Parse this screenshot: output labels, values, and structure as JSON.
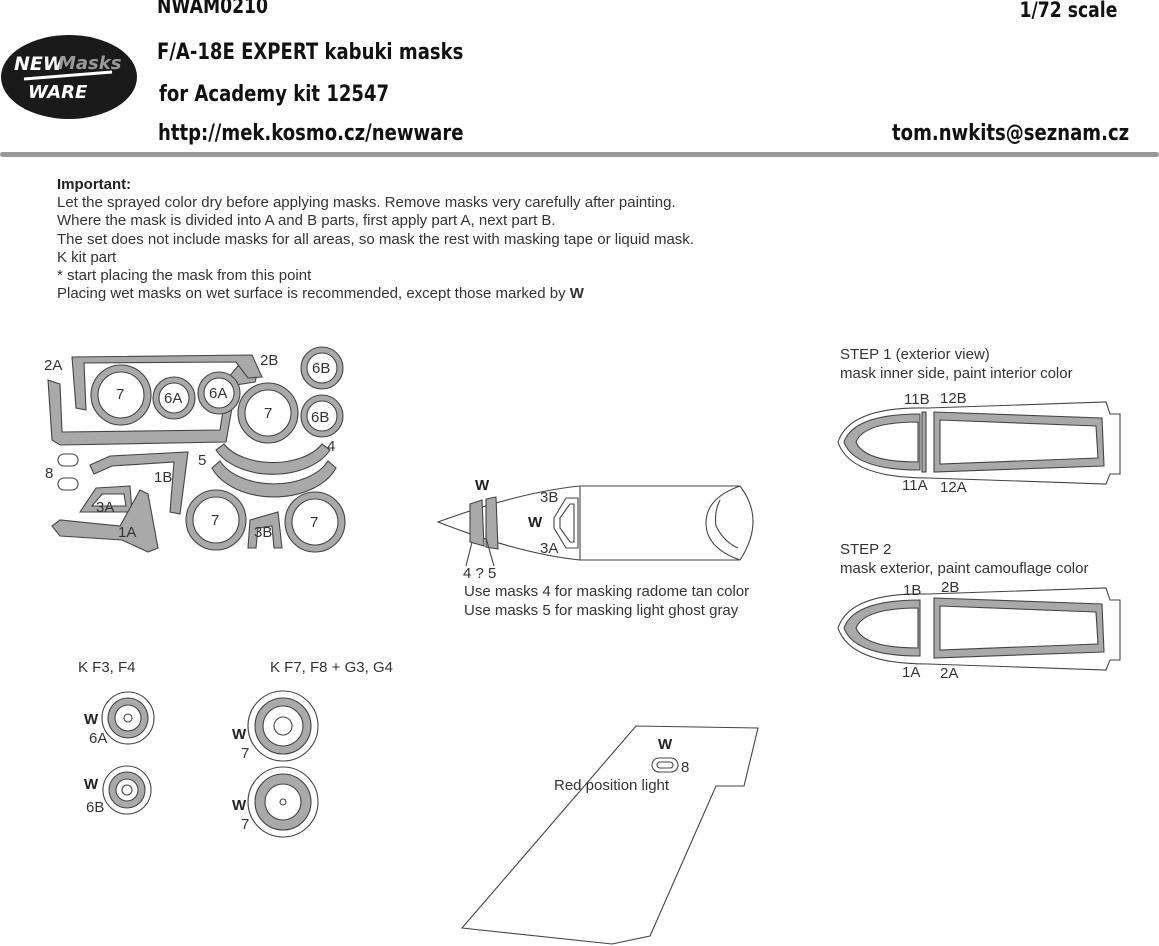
{
  "header": {
    "code": "NWAM0210",
    "scale": "1/72 scale",
    "title": "F/A-18E EXPERT kabuki masks",
    "subtitle": "for Academy kit 12547",
    "url": "http://mek.kosmo.cz/newware",
    "email": "tom.nwkits@seznam.cz"
  },
  "logo": {
    "word1": "NEW",
    "word2": "Masks",
    "word3": "WARE"
  },
  "instructions": {
    "heading": "Important:",
    "lines": [
      "Let the sprayed color dry before applying masks. Remove masks very carefully after painting.",
      "Where the mask is divided into A and B parts, first apply part A, next part B.",
      "The set does not include masks for all areas, so mask the rest with masking tape or liquid mask.",
      "K kit part",
      "*  start placing the mask from this point",
      "Placing wet masks on wet surface is recommended, except those marked by"
    ],
    "wet_symbol": "W"
  },
  "sheet": {
    "labels": [
      "2A",
      "2B",
      "7",
      "6A",
      "6A",
      "6B",
      "7",
      "6B",
      "4",
      "5",
      "8",
      "1B",
      "3A",
      "1A",
      "7",
      "3B",
      "7"
    ]
  },
  "radome": {
    "labels": [
      "3B",
      "3A",
      "4 ? 5"
    ],
    "w": "W",
    "note1": "Use masks 4 for masking radome tan color",
    "note2": "Use masks 5 for masking light ghost gray"
  },
  "step1": {
    "title": "STEP 1 (exterior view)",
    "desc": "mask inner side, paint interior color",
    "labels": [
      "11B",
      "12B",
      "11A",
      "12A"
    ]
  },
  "step2": {
    "title": "STEP 2",
    "desc": "mask exterior, paint camouflage color",
    "labels": [
      "1B",
      "2B",
      "1A",
      "2A"
    ]
  },
  "wheels": {
    "group1": "K F3, F4",
    "group2": "K F7, F8 + G3, G4",
    "labels": [
      "6A",
      "6B",
      "7",
      "7"
    ],
    "w": "W"
  },
  "tail": {
    "caption": "Red position light",
    "label": "8",
    "w": "W"
  }
}
